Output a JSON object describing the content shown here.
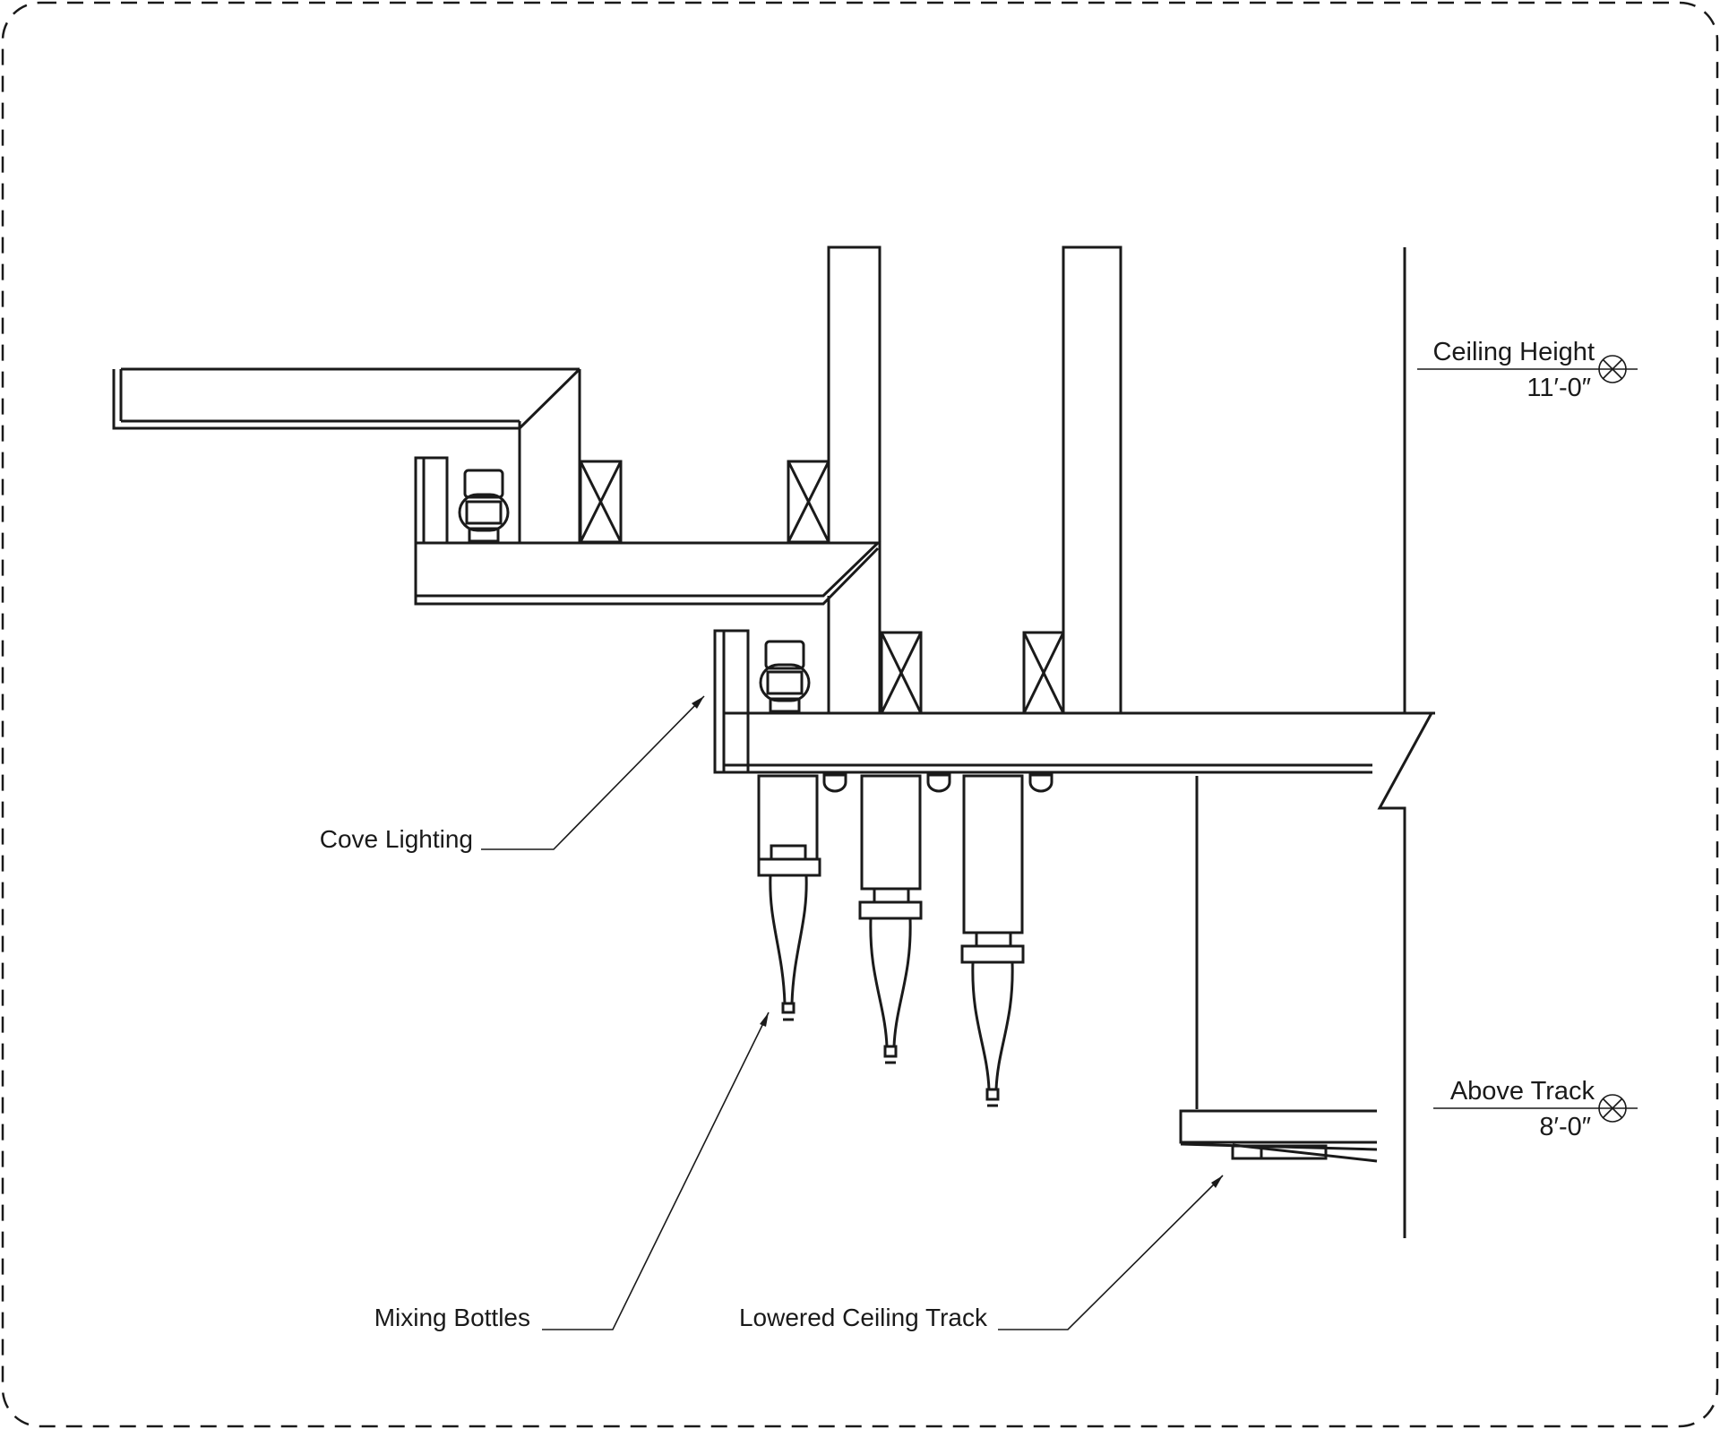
{
  "labels": {
    "cove_lighting": "Cove Lighting",
    "mixing_bottles": "Mixing Bottles",
    "lowered_ceiling_track": "Lowered Ceiling Track"
  },
  "elevations": {
    "ceiling": {
      "name": "Ceiling Height",
      "value": "11′-0″"
    },
    "above_track": {
      "name": "Above Track",
      "value": "8′-0″"
    }
  },
  "colors": {
    "line": "#1a1a1a",
    "background": "#ffffff"
  }
}
